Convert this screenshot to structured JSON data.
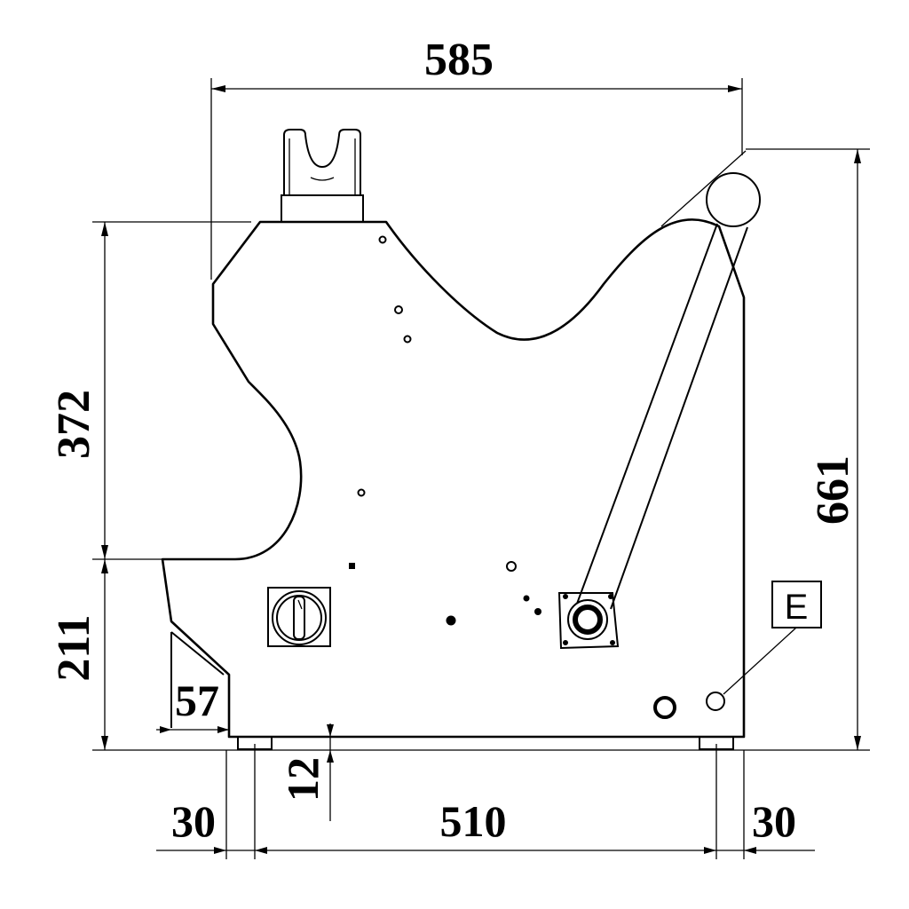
{
  "dimensions": {
    "overall_width": "585",
    "overall_height": "661",
    "upper_height": "372",
    "lower_height": "211",
    "chamfer_width": "57",
    "foot_height": "12",
    "left_offset": "30",
    "foot_spacing": "510",
    "right_offset": "30"
  },
  "labels": {
    "earth_label": "E"
  },
  "colors": {
    "line": "#000000",
    "background": "#ffffff"
  }
}
